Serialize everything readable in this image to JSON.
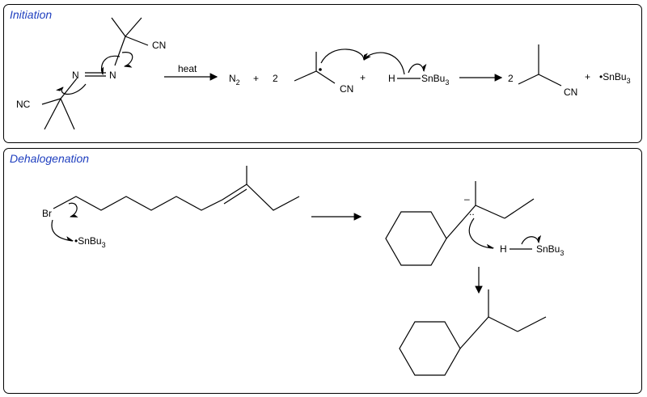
{
  "panels": {
    "initiation": {
      "title": "Initiation"
    },
    "dehalogenation": {
      "title": "Dehalogenation"
    }
  },
  "labels": {
    "nc": "NC",
    "cn": "CN",
    "n_left": "N",
    "n_right": "N",
    "heat": "heat",
    "n2": "N",
    "n2_sub": "2",
    "coef_2": "2",
    "plus": "+",
    "h": "H",
    "snbu": "SnBu",
    "sub3": "3",
    "radical_snbu": "•SnBu",
    "br": "Br",
    "minus": "–",
    "lone_pair": ".."
  }
}
